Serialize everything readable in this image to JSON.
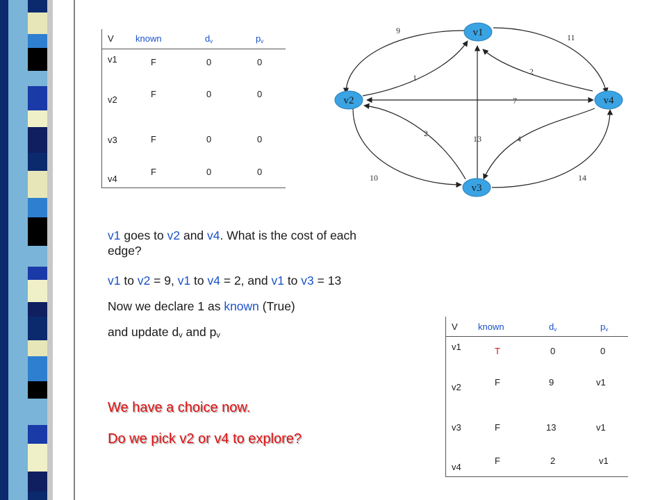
{
  "decor": {
    "stripe_colors": [
      "#0b2a6e",
      "#e6e6b8",
      "#2f7fd0",
      "#000000",
      "#7ab4d8",
      "#1a3aa8",
      "#f0f0c8",
      "#0f1f60"
    ]
  },
  "table_top": {
    "headers": {
      "v": "V",
      "known": "known",
      "d": "d",
      "d_sub": "v",
      "p": "p",
      "p_sub": "v"
    },
    "rows": [
      {
        "v": "v1",
        "known": "F",
        "d": "0",
        "p": "0"
      },
      {
        "v": "v2",
        "known": "F",
        "d": "0",
        "p": "0"
      },
      {
        "v": "v3",
        "known": "F",
        "d": "0",
        "p": "0"
      },
      {
        "v": "v4",
        "known": "F",
        "d": "0",
        "p": "0"
      }
    ]
  },
  "graph": {
    "nodes": {
      "v1": "v1",
      "v2": "v2",
      "v3": "v3",
      "v4": "v4"
    },
    "node_color": "#3aa3e3",
    "edge_labels": {
      "v1_v2": "9",
      "v2_v1": "1",
      "v1_v4": "11",
      "v4_v1": "2",
      "v2_v4": "7",
      "v3_v2": "2",
      "v1_v3": "13",
      "v4_v3": "4",
      "v2_v3": "10",
      "v3_v4": "14"
    }
  },
  "text": {
    "line1": {
      "a": "v1",
      "b": " goes to ",
      "c": "v2",
      "d": " and ",
      "e": "v4",
      "f": ".  What is the cost of each"
    },
    "line1b": "edge?",
    "line2": {
      "a": "v1",
      "b": " to ",
      "c": "v2",
      "d": " = 9,  ",
      "e": "v1",
      "f": " to ",
      "g": "v4",
      "h": " = 2, and ",
      "i": "v1",
      "j": " to ",
      "k": "v3",
      "l": " = 13"
    },
    "line3": {
      "a": "Now we declare 1 as ",
      "b": "known",
      "c": " (True)"
    },
    "line4": {
      "a": "and update d",
      "b": "v",
      "c": " and p",
      "d": "v"
    },
    "choice1": "We have a choice now.",
    "choice2": "Do we pick v2 or v4 to explore?"
  },
  "table_bottom": {
    "headers": {
      "v": "V",
      "known": "known",
      "d": "d",
      "d_sub": "v",
      "p": "p",
      "p_sub": "v"
    },
    "rows": [
      {
        "v": "v1",
        "known": "T",
        "d": "0",
        "p": "0"
      },
      {
        "v": "v2",
        "known": "F",
        "d": "9",
        "p": "v1"
      },
      {
        "v": "v3",
        "known": "F",
        "d": "13",
        "p": "v1"
      },
      {
        "v": "v4",
        "known": "F",
        "d": "2",
        "p": "v1"
      }
    ]
  }
}
